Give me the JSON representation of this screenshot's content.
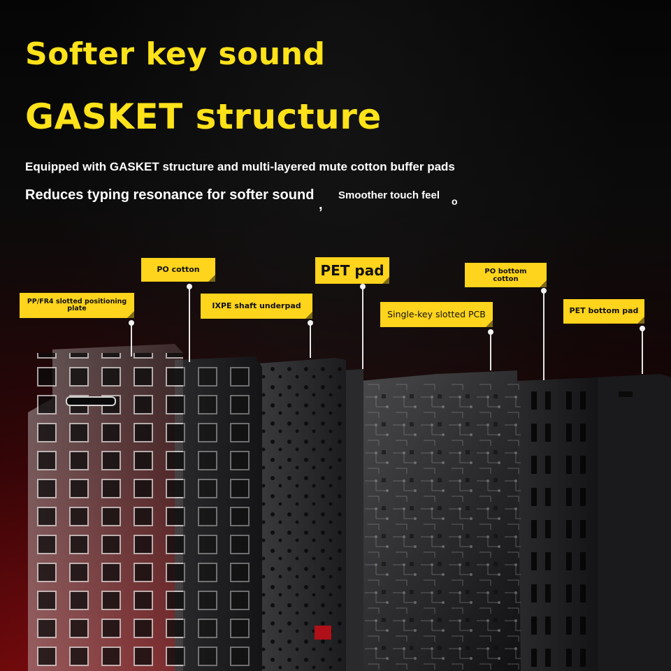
{
  "headline": {
    "line1": "Softer key sound",
    "line2": "GASKET structure"
  },
  "description": {
    "line1": "Equipped with GASKET structure and multi-layered mute cotton buffer pads",
    "line2": "Reduces typing resonance for softer sound",
    "line3": "Smoother touch feel",
    "comma_glyph": ",",
    "circle_glyph": "o"
  },
  "labels": {
    "plate": "PP/FR4 slotted positioning plate",
    "po_cotton": "PO cotton",
    "ixpe": "IXPE shaft underpad",
    "pet_pad": "PET pad",
    "pcb": "Single-key slotted PCB",
    "po_bottom": "PO bottom cotton",
    "pet_bottom": "PET bottom pad"
  },
  "colors": {
    "accent": "#ffd41c",
    "headline": "#ffe21a",
    "background": "#000000",
    "glow": "#8a0d10"
  }
}
